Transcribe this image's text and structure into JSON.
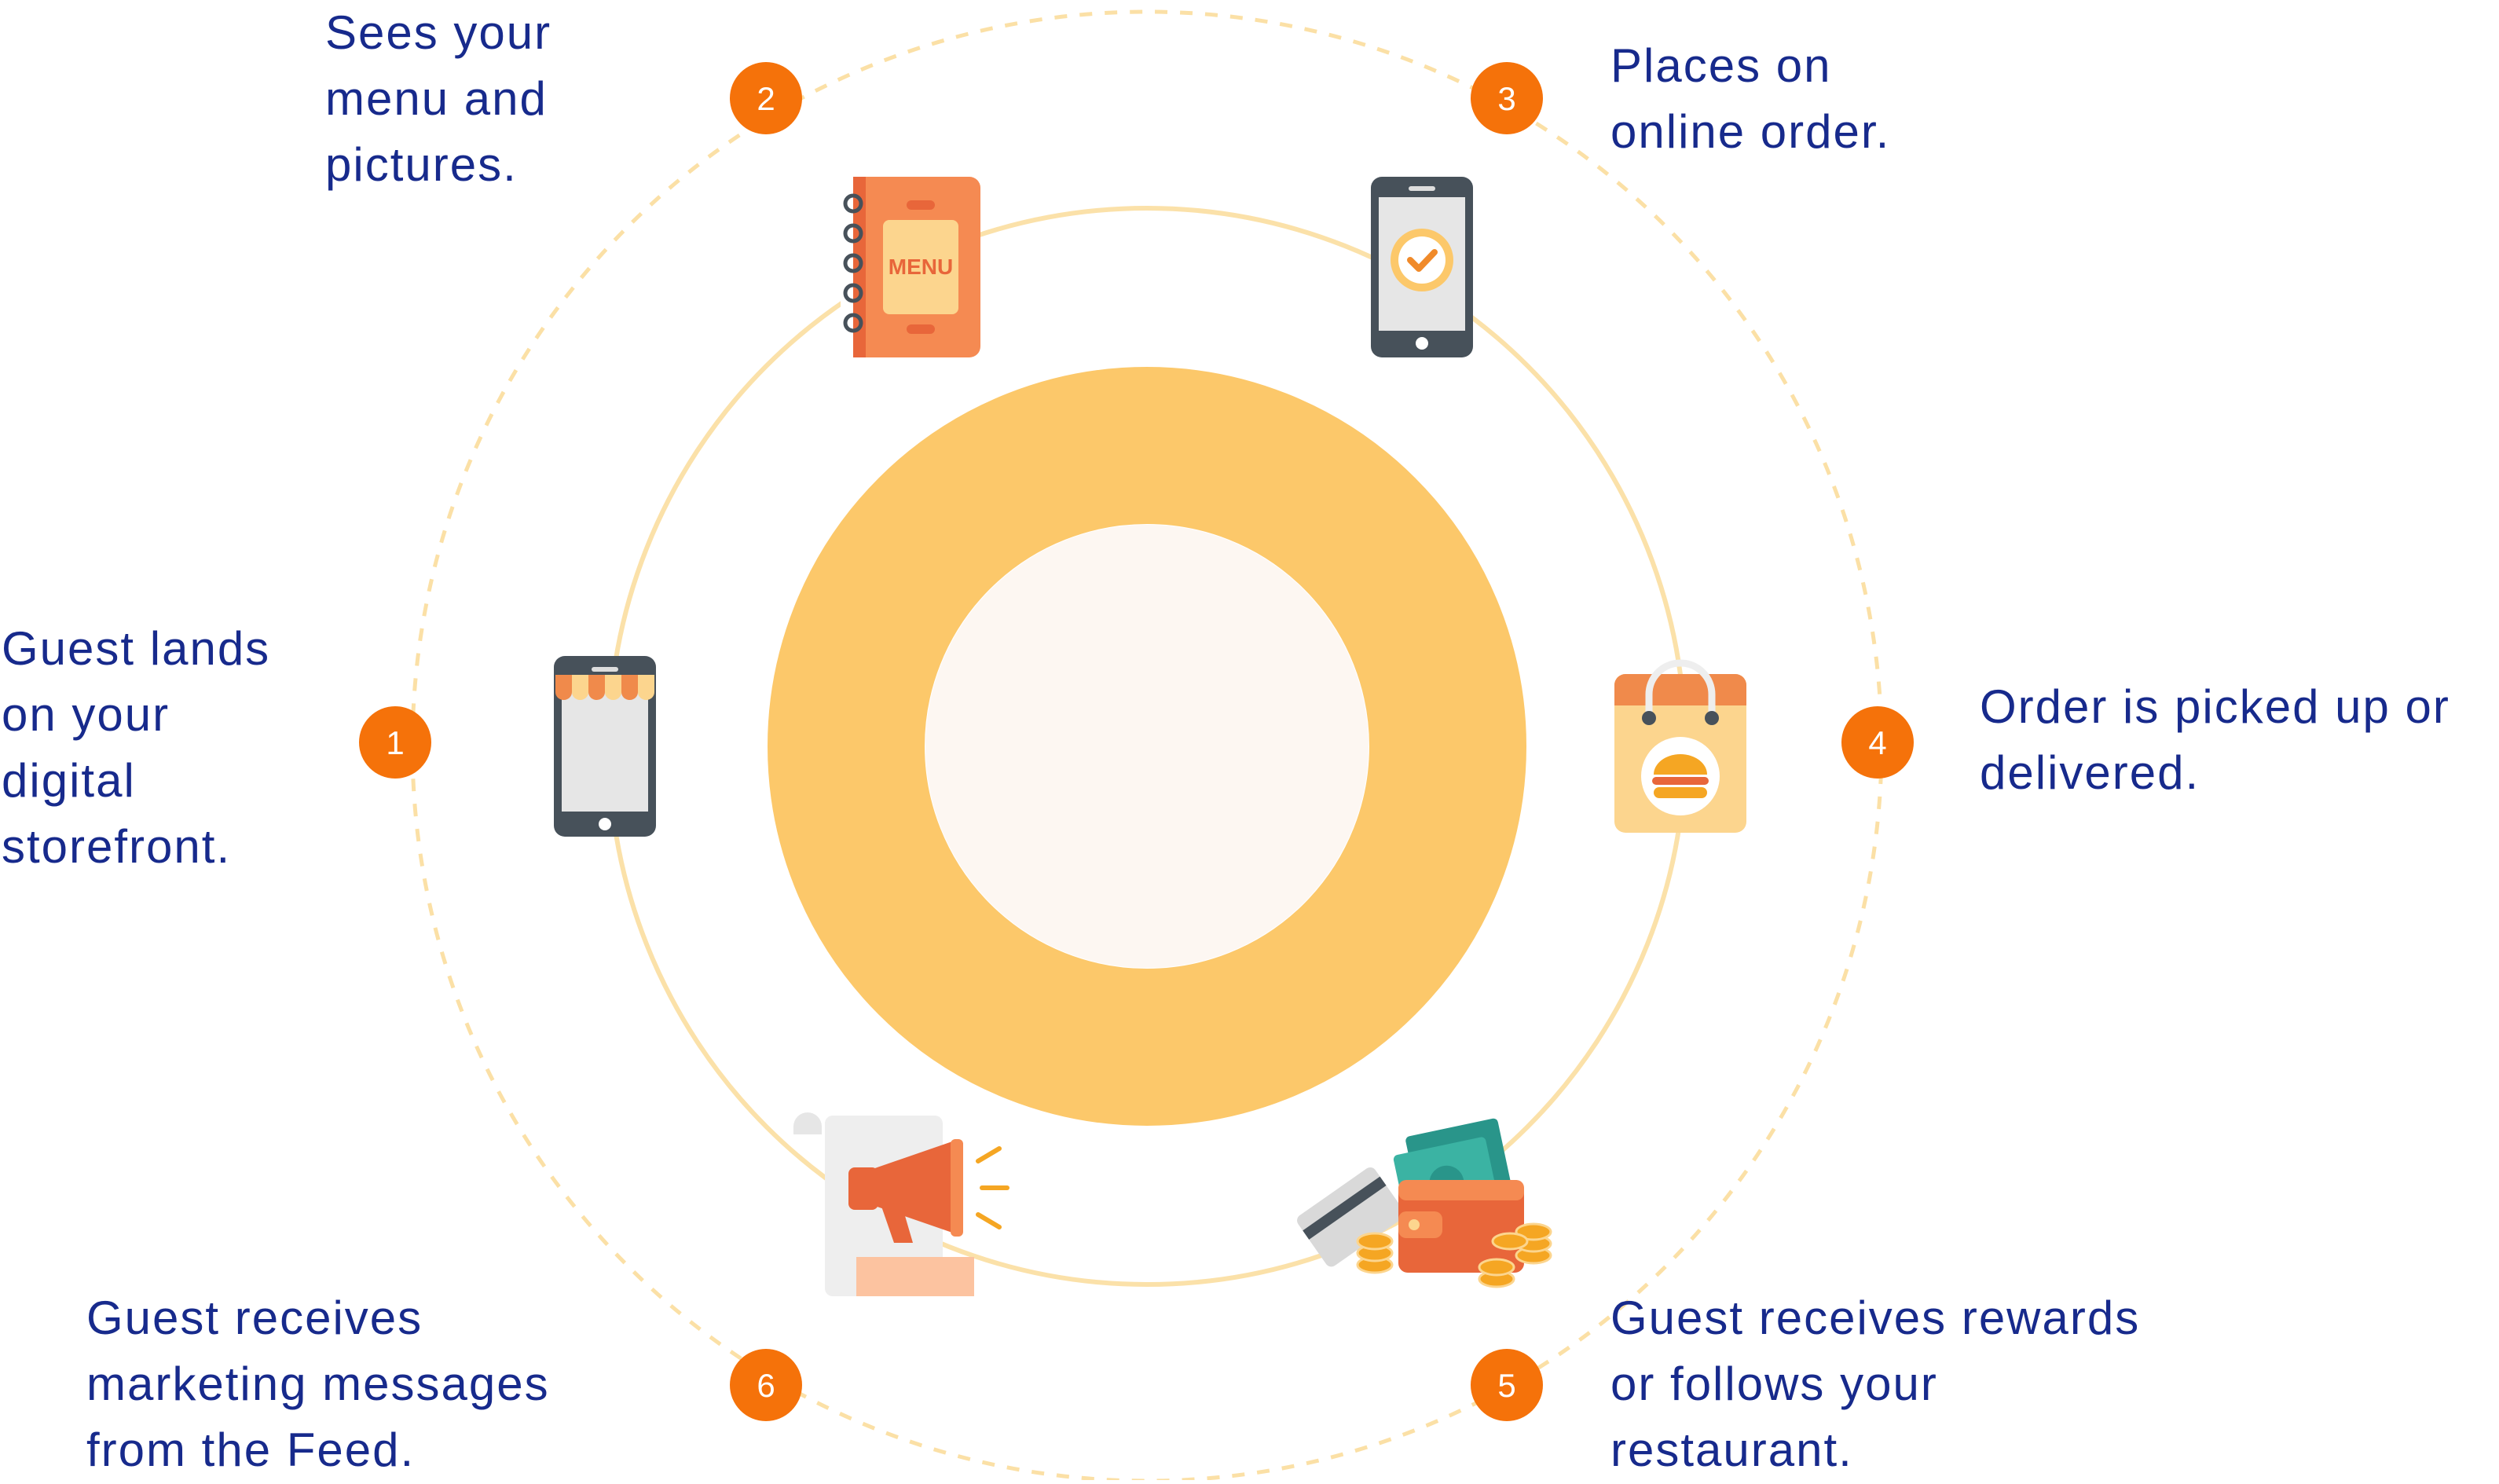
{
  "diagram": {
    "colors": {
      "text": "#172a8c",
      "badge": "#f5720a",
      "donut": "#fcc86a",
      "donut_center": "#fdf7f2",
      "ring": "#fbe1a9",
      "dashed_ring": "#fbe0a6"
    },
    "steps": [
      {
        "number": "1",
        "lines": [
          "Guest lands",
          "on your",
          "digital",
          "storefront."
        ],
        "icon": "storefront-phone-icon"
      },
      {
        "number": "2",
        "lines": [
          "Sees your",
          "menu and",
          "pictures."
        ],
        "icon": "menu-book-icon"
      },
      {
        "number": "3",
        "lines": [
          "Places on",
          "online order."
        ],
        "icon": "phone-checkmark-icon"
      },
      {
        "number": "4",
        "lines": [
          "Order is picked up or",
          "delivered."
        ],
        "icon": "takeout-bag-icon"
      },
      {
        "number": "5",
        "lines": [
          "Guest receives rewards",
          "or follows your",
          "restaurant."
        ],
        "icon": "wallet-money-icon"
      },
      {
        "number": "6",
        "lines": [
          "Guest receives",
          "marketing messages",
          "from the Feed."
        ],
        "icon": "megaphone-scroll-icon"
      }
    ],
    "menu_icon_label": "MENU"
  }
}
